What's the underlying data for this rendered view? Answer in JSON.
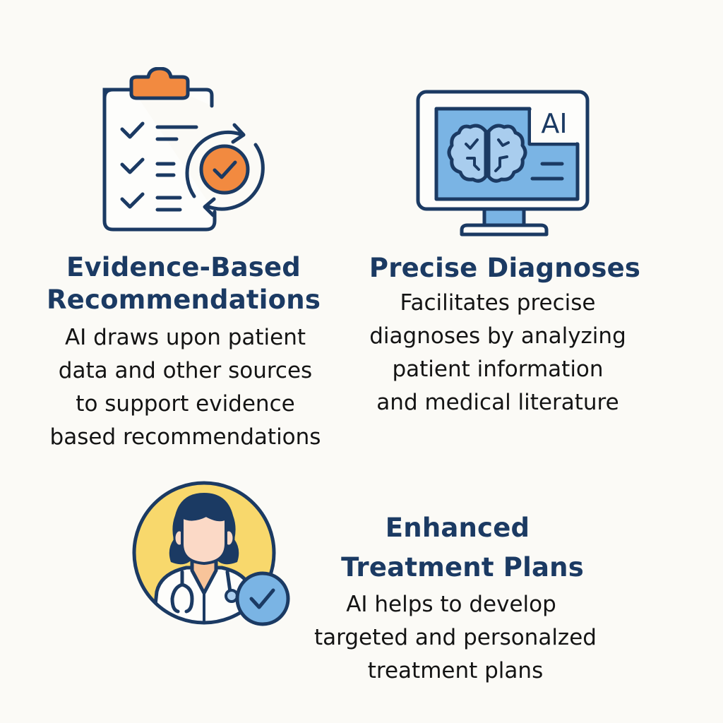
{
  "colors": {
    "background": "#fbfaf6",
    "navy": "#1b3a63",
    "orange": "#f28a40",
    "blue": "#7ab4e4",
    "yellow": "#f8d86c",
    "skin": "#fbd9c6",
    "neck": "#f8c49a",
    "text": "#141414"
  },
  "cards": [
    {
      "icon": "clipboard-checklist-icon",
      "title_lines": [
        "Evidence-Based",
        "Recommendations"
      ],
      "desc_lines": [
        "AI draws upon patient",
        "data and other sources",
        "to support evidence",
        "based recommendations"
      ]
    },
    {
      "icon": "ai-monitor-brain-icon",
      "monitor_label": "AI",
      "title_lines": [
        "Precise Diagnoses"
      ],
      "desc_lines": [
        "Facilitates precise",
        "diagnoses by analyzing",
        "patient information",
        "and medical literature"
      ]
    },
    {
      "icon": "doctor-check-icon",
      "title_lines": [
        "Enhanced",
        "Treatment Plans"
      ],
      "desc_lines": [
        "AI helps to develop",
        "targeted and personalzed",
        "treatment plans"
      ]
    }
  ]
}
